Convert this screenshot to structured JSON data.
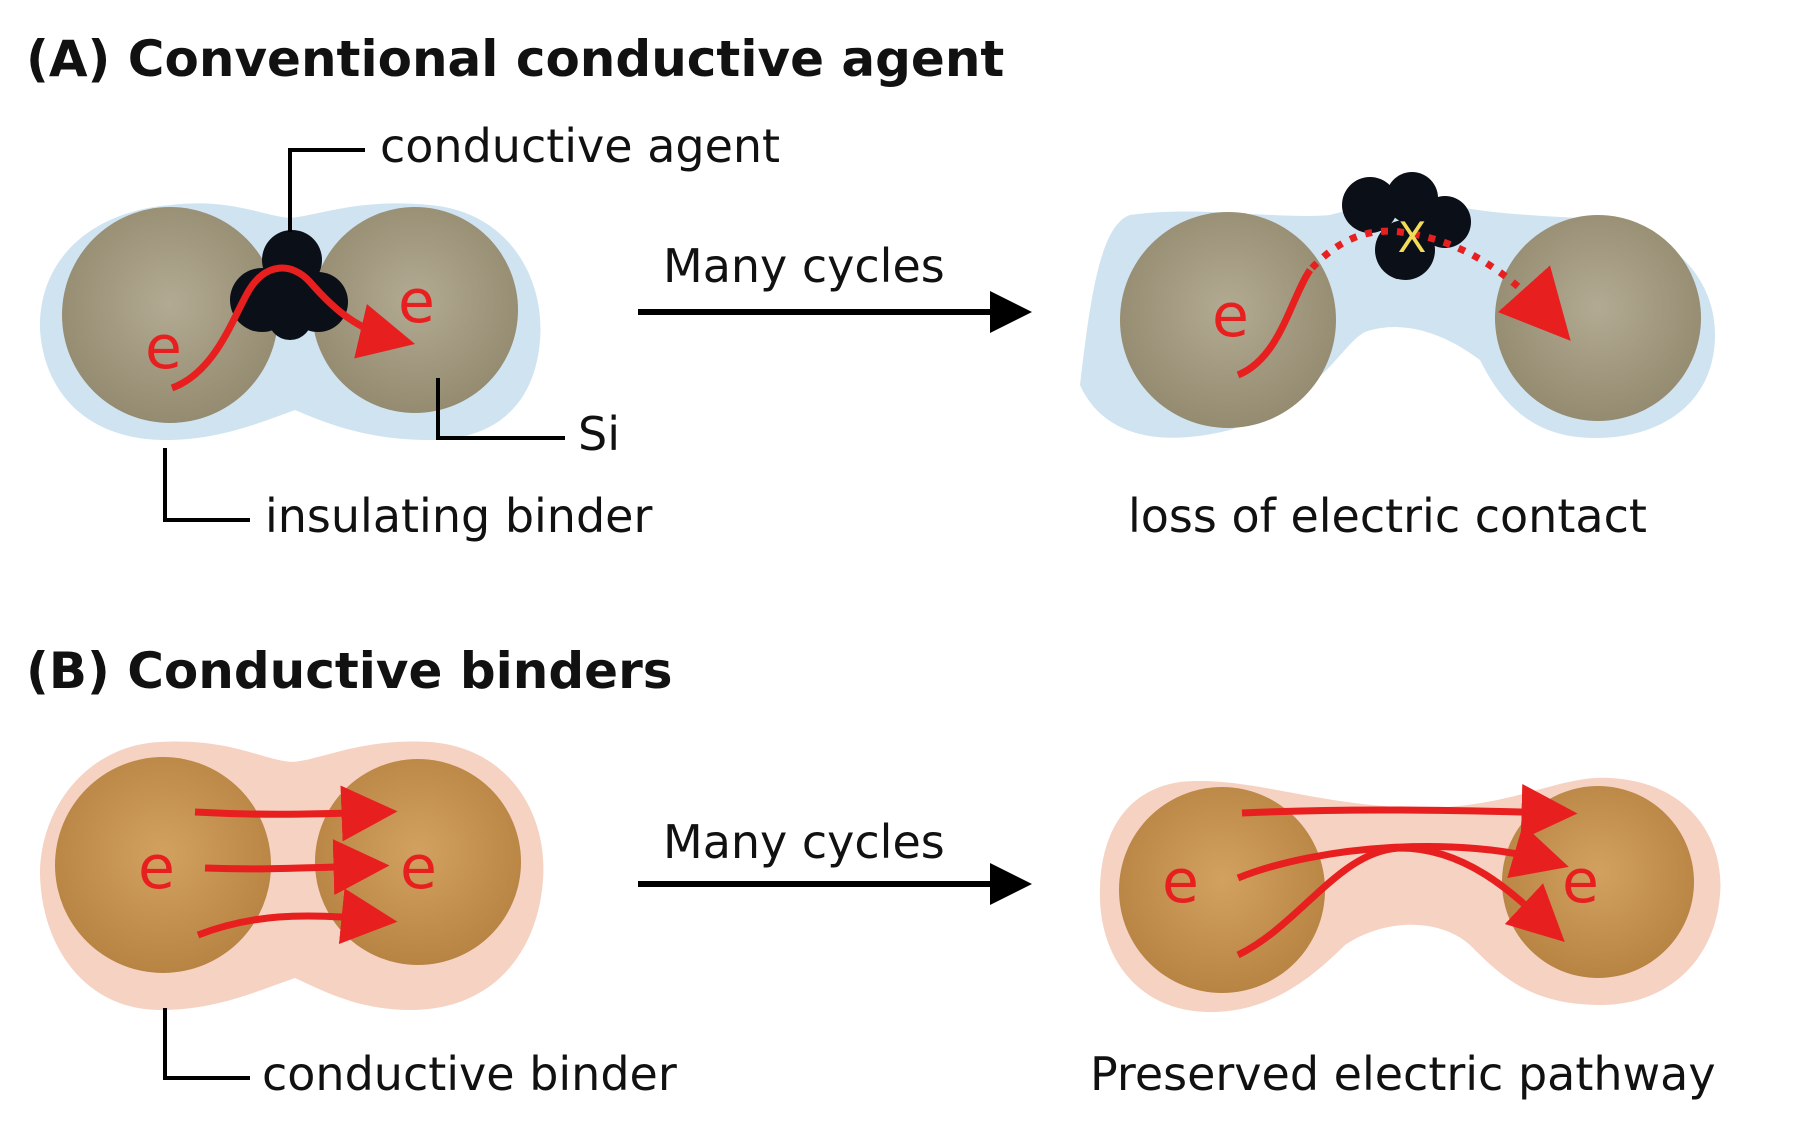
{
  "panel_a": {
    "title": "(A) Conventional conductive agent",
    "label_conductive_agent": "conductive agent",
    "label_si": "Si",
    "label_insulating_binder": "insulating binder",
    "arrow_label": "Many cycles",
    "result_label": "loss of electric contact",
    "electron_symbol": "e",
    "break_mark": "X"
  },
  "panel_b": {
    "title": "(B) Conductive binders",
    "label_conductive_binder": "conductive binder",
    "arrow_label": "Many cycles",
    "result_label": "Preserved electric pathway",
    "electron_symbol": "e"
  },
  "colors": {
    "insulating_binder": "#cfe3f1",
    "si_particle_grey": "#a39a80",
    "si_particle_tan": "#c4914f",
    "conductive_binder": "#f6d2c2",
    "electron_arrow": "#e81f1f",
    "conductive_agent": "#0b0f18",
    "break_mark": "#f3dc5a"
  }
}
